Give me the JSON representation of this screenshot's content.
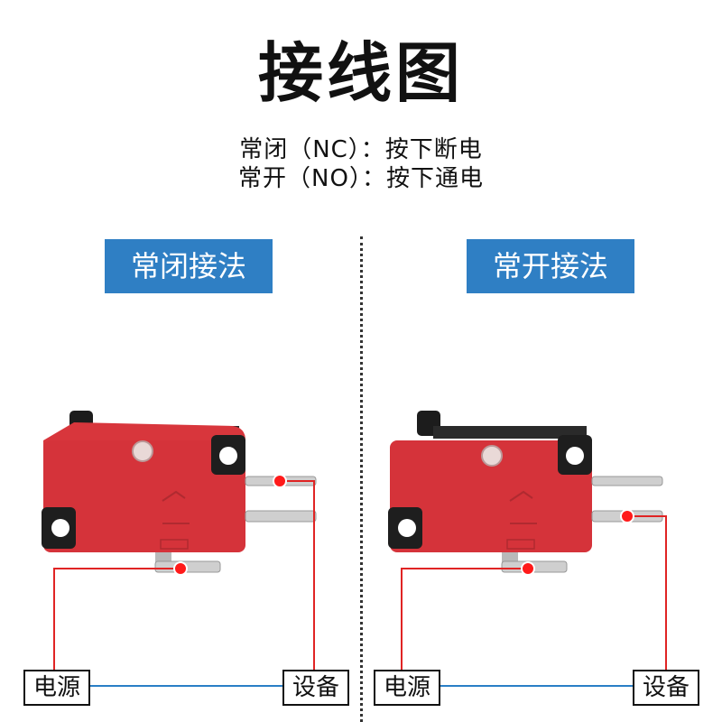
{
  "title": "接线图",
  "legend": {
    "nc_line": "常闭（NC）：按下断电",
    "no_line": "常开（NO）：按下通电"
  },
  "panels": {
    "left_badge": "常闭接法",
    "right_badge": "常开接法"
  },
  "labels": {
    "power": "电源",
    "device": "设备"
  },
  "colors": {
    "badge": "#2f7fc4",
    "switch_body": "#d8363c",
    "wire_red": "#e02424",
    "wire_blue": "#2a7fc6",
    "terminal_dot": "#ff1a1a"
  }
}
